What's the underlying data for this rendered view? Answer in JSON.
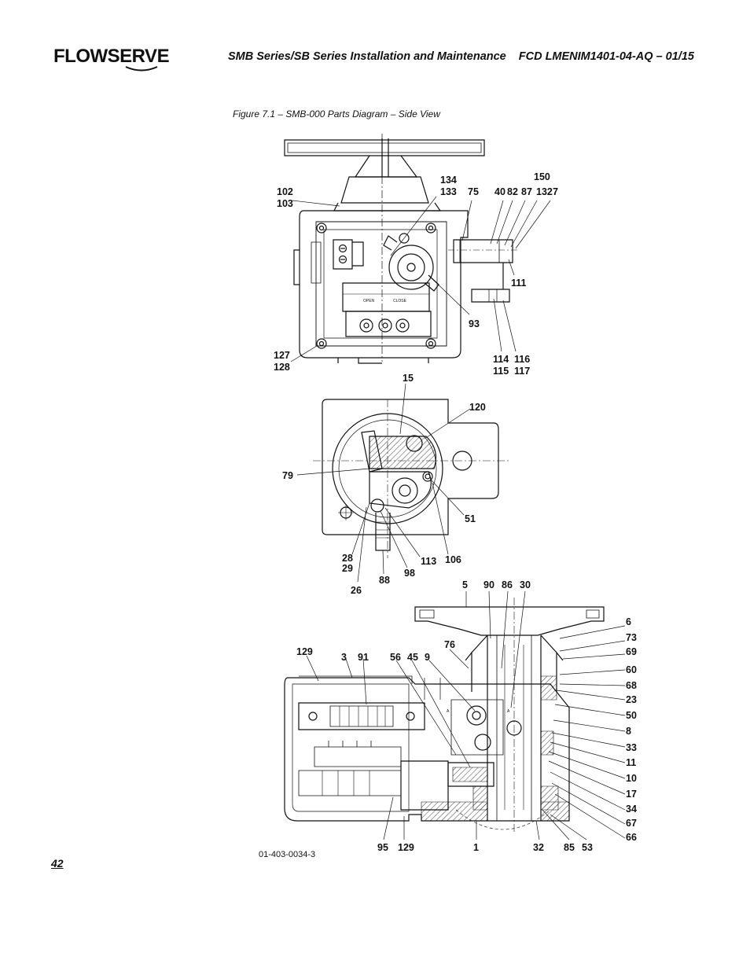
{
  "header": {
    "brand": "FLOWSERVE",
    "series_title": "SMB Series/SB Series Installation and Maintenance",
    "document_code": "FCD LMENIM1401-04-AQ – 01/15"
  },
  "figure": {
    "caption": "Figure 7.1 – SMB-000 Parts Diagram – Side View",
    "drawing_number": "01-403-0034-3",
    "inline_text": {
      "open": "OPEN",
      "close": "CLOSE",
      "section_a": "A"
    },
    "callouts": {
      "top_view": [
        "102",
        "103",
        "134",
        "133",
        "75",
        "40",
        "82",
        "87",
        "150",
        "132",
        "7",
        "111",
        "93",
        "114",
        "115",
        "116",
        "117",
        "127",
        "128"
      ],
      "middle_view": [
        "15",
        "120",
        "79",
        "51",
        "28",
        "29",
        "26",
        "88",
        "98",
        "113",
        "106"
      ],
      "bottom_view": [
        "5",
        "90",
        "86",
        "30",
        "6",
        "73",
        "69",
        "60",
        "68",
        "23",
        "50",
        "8",
        "33",
        "11",
        "10",
        "17",
        "34",
        "67",
        "66",
        "129",
        "3",
        "91",
        "56",
        "45",
        "9",
        "76",
        "95",
        "1",
        "32",
        "85",
        "53"
      ]
    }
  },
  "footer": {
    "page_number": "42"
  }
}
